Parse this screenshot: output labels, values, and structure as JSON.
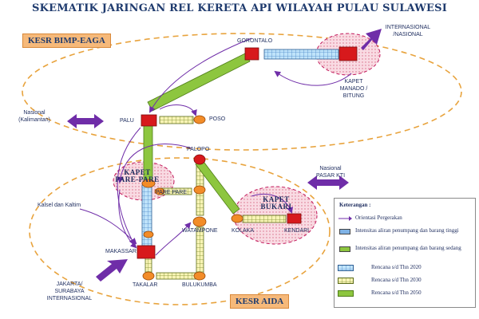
{
  "title": "SKEMATIK JARINGAN REL KERETA API WILAYAH PULAU SULAWESI",
  "regions": {
    "bimp_eaga": "KESR BIMP-EAGA",
    "aida": "KESR AIDA"
  },
  "nodes": {
    "gorontalo": "GORONTALO",
    "kapet_manado": "KAPET\nMANADO /\nBITUNG",
    "palu": "PALU",
    "poso": "POSO",
    "palopo": "PALOPO",
    "kapet_parepare": "KAPET\nPARE-PARE",
    "parepare": "PARE PARE",
    "kapet_bukari": "KAPET\nBUKARI",
    "kolaka": "KOLAKA",
    "kendari": "KENDARI",
    "watampone": "WATAMPONE",
    "makassar": "MAKASSAR",
    "takalar": "TAKALAR",
    "bulukumba": "BULUKUMBA"
  },
  "external_links": {
    "internasional": "INTERNASIONAL\n/NASIONAL",
    "nasional_kalimantan": "Nasional\n(Kalimantan)",
    "kalsel_kaltim": "Kalsel dan Kaltim",
    "nasional_pasar_kti": "Nasional\nPASAR KTI",
    "jakarta": "JAKARTA/\nSURABAYA\nINTERNASIONAL"
  },
  "legend": {
    "header": "Keterangan :",
    "items": [
      {
        "kind": "arrow",
        "text": "Orientasi Pergerakan"
      },
      {
        "kind": "box",
        "color": "#7fb2e5",
        "text": "Intensitas aliran penumpang dan barang tinggi"
      },
      {
        "kind": "box",
        "color": "#8dc63f",
        "text": "Intensitas aliran penumpang dan barang sedang"
      },
      {
        "kind": "rail",
        "pattern": "blue-grid",
        "text": "Rencana s/d Thn 2020"
      },
      {
        "kind": "rail",
        "pattern": "yellow-grid",
        "text": "Rencana s/d Thn 2030"
      },
      {
        "kind": "rail",
        "pattern": "green-solid",
        "text": "Rencana s/d Thn 2050"
      }
    ]
  },
  "colors": {
    "title": "#1f3b6e",
    "dashed_ellipse": "#e8a33d",
    "node_red": "#d7191c",
    "node_orange": "#f28c28",
    "rail_green": "#8dc63f",
    "rail_blue": "#9fd1f2",
    "rail_yellow": "#f3f0a5",
    "arrow_purple": "#6f2da8",
    "kapet_pink": "#f6c8d4"
  }
}
